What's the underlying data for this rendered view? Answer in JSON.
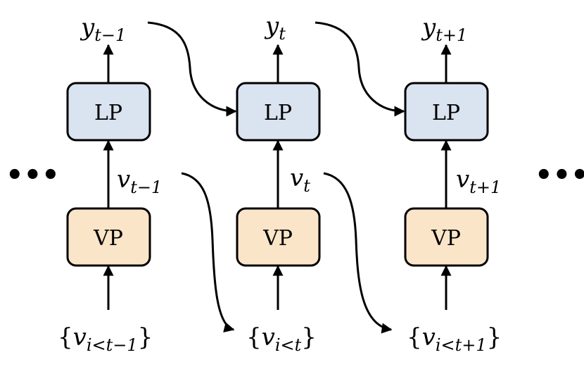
{
  "diagram": {
    "columns": [
      {
        "lp_label": "LP",
        "vp_label": "VP",
        "y_base": "y",
        "y_sub": "t−1",
        "v_base": "v",
        "v_sub": "t−1",
        "in_open": "{",
        "in_base": "v",
        "in_sub": "i<t−1",
        "in_close": "}"
      },
      {
        "lp_label": "LP",
        "vp_label": "VP",
        "y_base": "y",
        "y_sub": "t",
        "v_base": "v",
        "v_sub": "t",
        "in_open": "{",
        "in_base": "v",
        "in_sub": "i<t",
        "in_close": "}"
      },
      {
        "lp_label": "LP",
        "vp_label": "VP",
        "y_base": "y",
        "y_sub": "t+1",
        "v_base": "v",
        "v_sub": "t+1",
        "in_open": "{",
        "in_base": "v",
        "in_sub": "i<t+1",
        "in_close": "}"
      }
    ],
    "ellipsis_left": "•••",
    "ellipsis_right": "•••",
    "colors": {
      "lp_fill": "#dae3f0",
      "vp_fill": "#fbe5c9",
      "stroke": "#000000"
    }
  }
}
